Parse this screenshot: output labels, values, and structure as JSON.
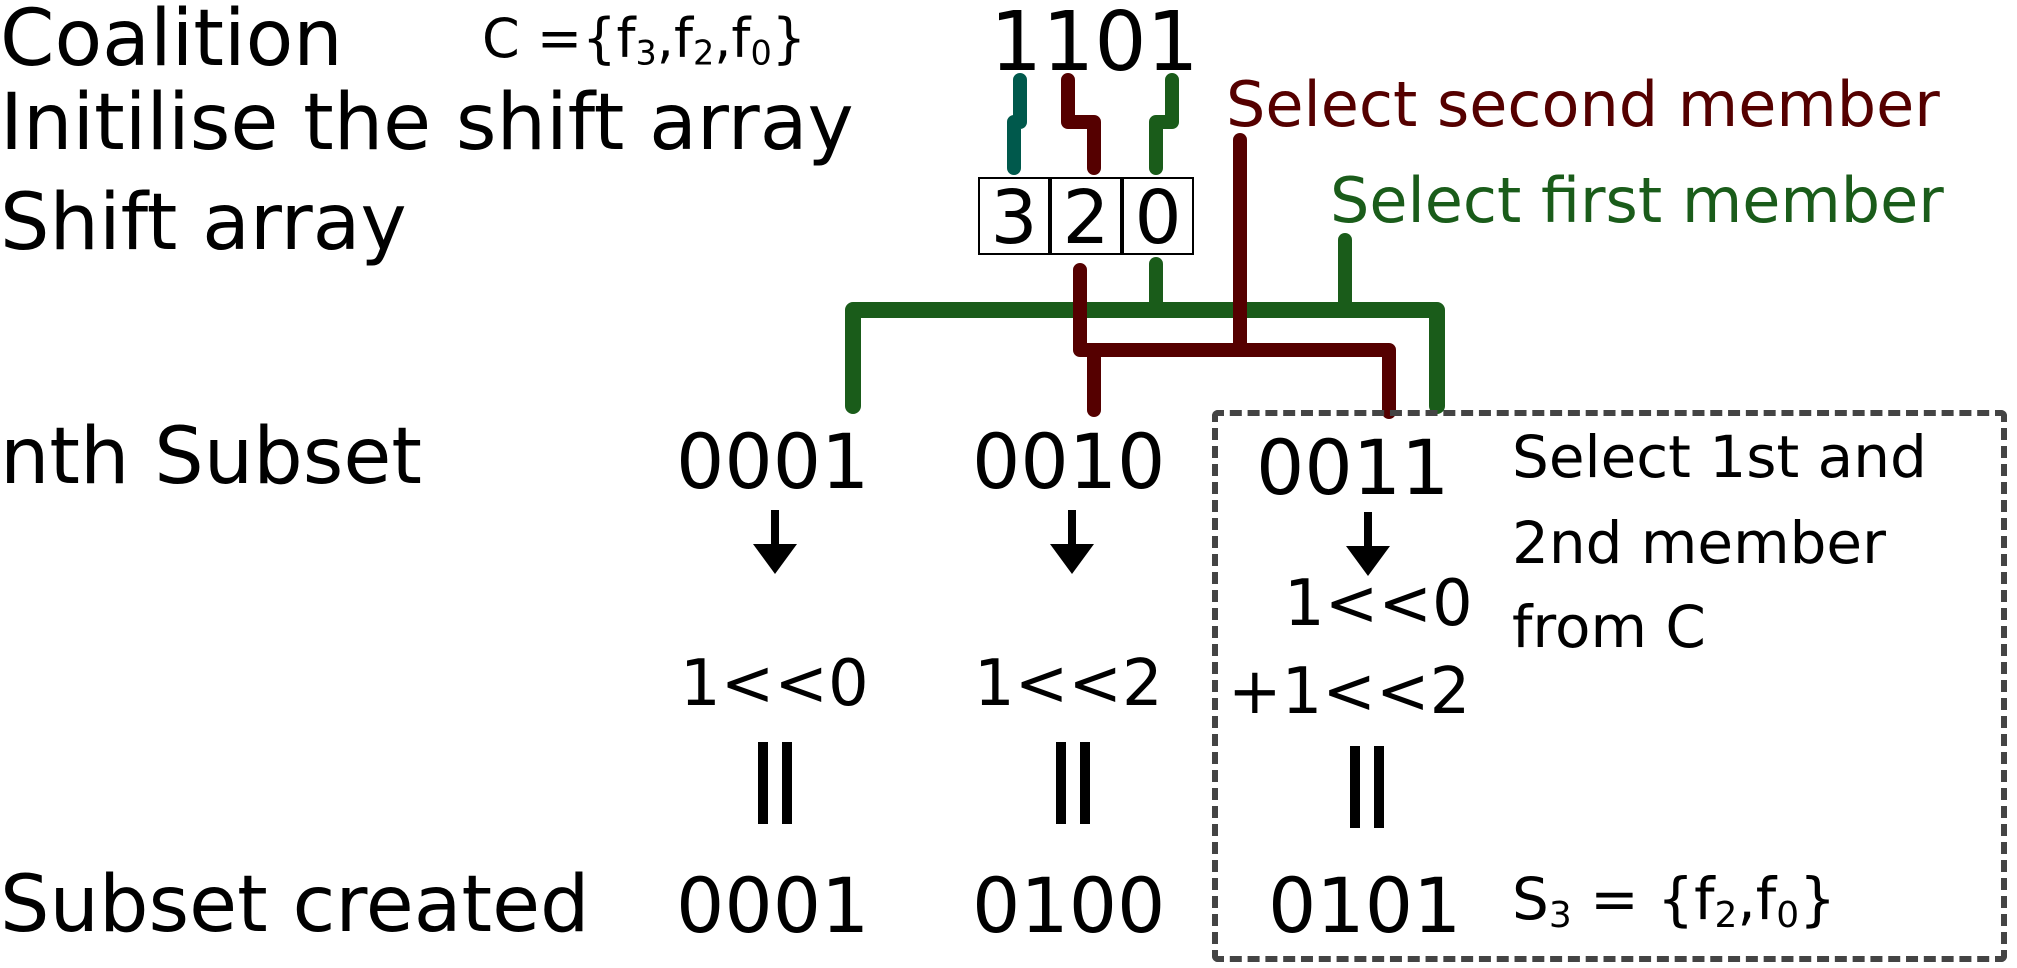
{
  "labels": {
    "coalition": "Coalition",
    "init": "Initilise the shift array",
    "shift_array": "Shift array",
    "nth_subset": "nth Subset",
    "subset_created": "Subset created"
  },
  "coalition_set": {
    "prefix": "C ={f",
    "i1": "3",
    "sep1": ",f",
    "i2": "2",
    "sep2": ",f",
    "i3": "0",
    "suffix": "}"
  },
  "coalition_bits": "1101",
  "shift_cells": [
    "3",
    "2",
    "0"
  ],
  "annotations": {
    "second": "Select second member",
    "first": "Select first member"
  },
  "subsets": [
    {
      "nth": "0001",
      "op1": "1<<0",
      "op2": "",
      "result": "0001"
    },
    {
      "nth": "0010",
      "op1": "1<<2",
      "op2": "",
      "result": "0100"
    },
    {
      "nth": "0011",
      "op1": "1<<0",
      "op2": "+1<<2",
      "result": "0101"
    }
  ],
  "note_lines": [
    "Select 1st and",
    "2nd member",
    "from C"
  ],
  "result_set": {
    "prefix": "S",
    "i0": "3",
    "mid": " = {f",
    "i1": "2",
    "sep": ",f",
    "i2": "0",
    "suffix": "}"
  },
  "colors": {
    "dark_red": "#550000",
    "green": "#1a5c1a",
    "teal": "#00594c",
    "dash": "#444444"
  }
}
